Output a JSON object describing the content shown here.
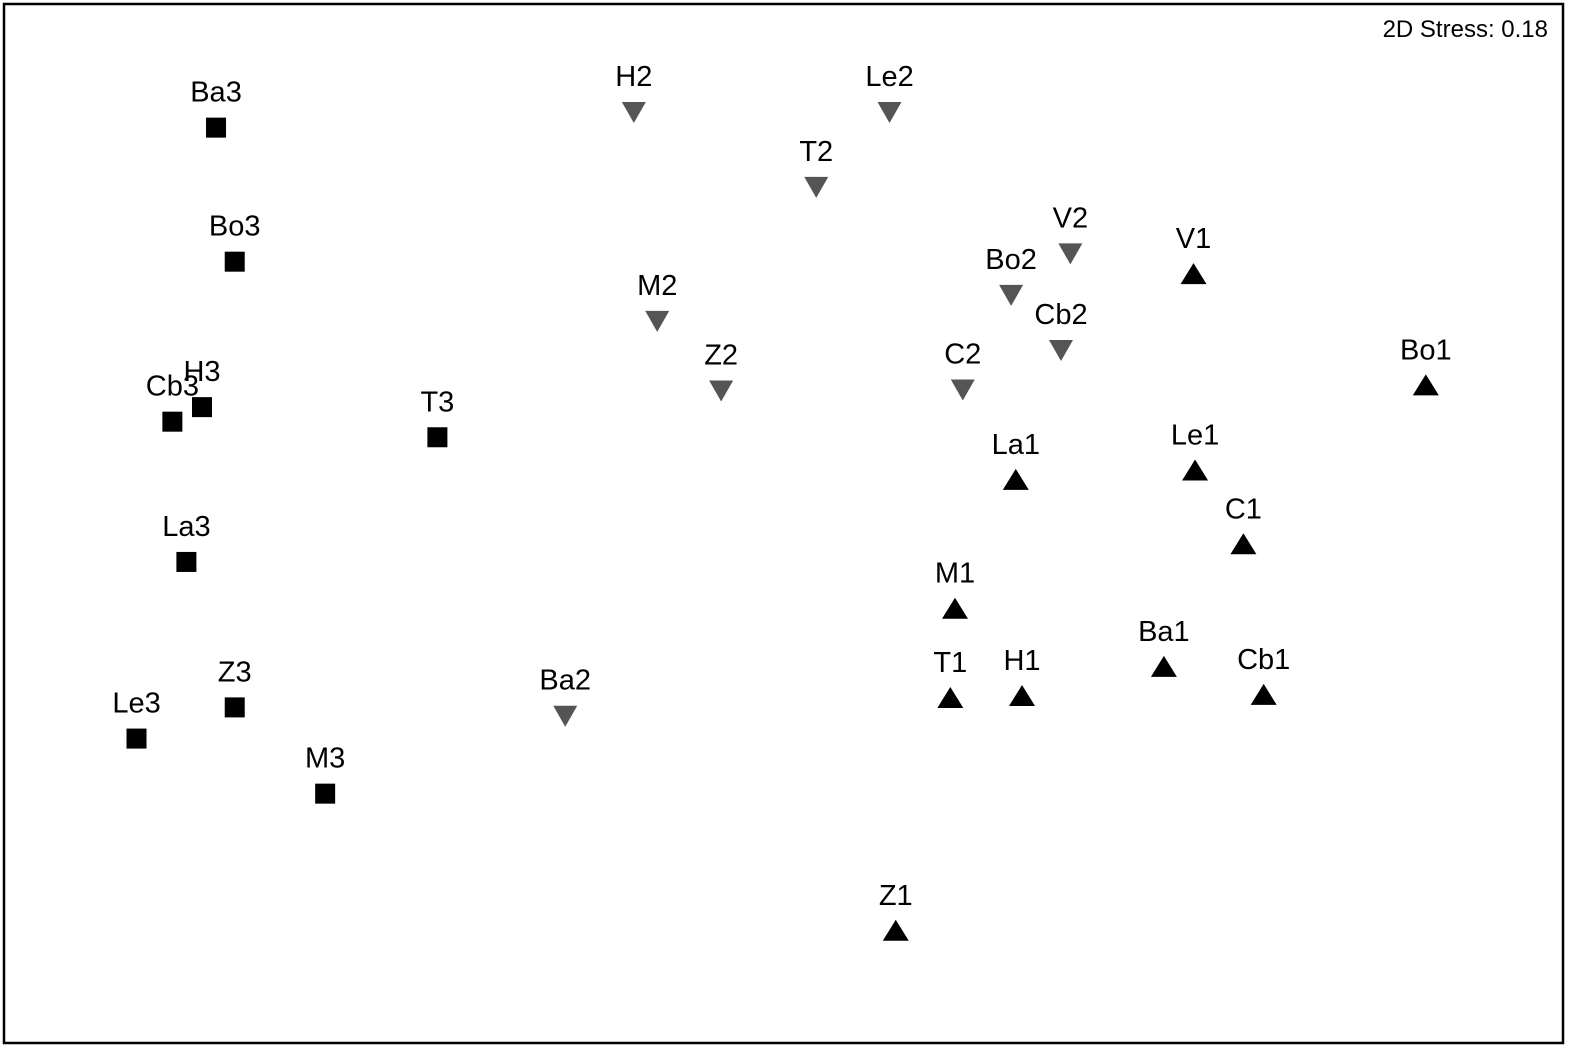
{
  "chart_data": {
    "type": "scatter",
    "title": "",
    "xlabel": "",
    "ylabel": "",
    "stress_text": "2D Stress: 0.18",
    "axes_shown": false,
    "grid": false,
    "xlim": [
      0,
      100
    ],
    "ylim": [
      0,
      100
    ],
    "series": [
      {
        "marker": "triangle-up",
        "color": "#000000",
        "points": [
          {
            "label": "V1",
            "x": 76.3,
            "y": 74.0
          },
          {
            "label": "Bo1",
            "x": 91.2,
            "y": 63.3
          },
          {
            "label": "La1",
            "x": 64.9,
            "y": 54.2
          },
          {
            "label": "Le1",
            "x": 76.4,
            "y": 55.1
          },
          {
            "label": "C1",
            "x": 79.5,
            "y": 48.0
          },
          {
            "label": "M1",
            "x": 61.0,
            "y": 41.8
          },
          {
            "label": "Ba1",
            "x": 74.4,
            "y": 36.2
          },
          {
            "label": "T1",
            "x": 60.7,
            "y": 33.2
          },
          {
            "label": "H1",
            "x": 65.3,
            "y": 33.4
          },
          {
            "label": "Cb1",
            "x": 80.8,
            "y": 33.5
          },
          {
            "label": "Z1",
            "x": 57.2,
            "y": 10.8
          }
        ]
      },
      {
        "marker": "triangle-down",
        "color": "#555555",
        "points": [
          {
            "label": "H2",
            "x": 40.4,
            "y": 89.6
          },
          {
            "label": "Le2",
            "x": 56.8,
            "y": 89.6
          },
          {
            "label": "T2",
            "x": 52.1,
            "y": 82.4
          },
          {
            "label": "V2",
            "x": 68.4,
            "y": 76.0
          },
          {
            "label": "Bo2",
            "x": 64.6,
            "y": 72.0
          },
          {
            "label": "M2",
            "x": 41.9,
            "y": 69.5
          },
          {
            "label": "Cb2",
            "x": 67.8,
            "y": 66.7
          },
          {
            "label": "Z2",
            "x": 46.0,
            "y": 62.8
          },
          {
            "label": "C2",
            "x": 61.5,
            "y": 62.9
          },
          {
            "label": "Ba2",
            "x": 36.0,
            "y": 31.5
          }
        ]
      },
      {
        "marker": "square",
        "color": "#000000",
        "points": [
          {
            "label": "Ba3",
            "x": 13.6,
            "y": 88.1
          },
          {
            "label": "Bo3",
            "x": 14.8,
            "y": 75.2
          },
          {
            "label": "H3",
            "x": 12.7,
            "y": 61.2
          },
          {
            "label": "Cb3",
            "x": 10.8,
            "y": 59.8
          },
          {
            "label": "T3",
            "x": 27.8,
            "y": 58.3
          },
          {
            "label": "La3",
            "x": 11.7,
            "y": 46.3
          },
          {
            "label": "Z3",
            "x": 14.8,
            "y": 32.3
          },
          {
            "label": "Le3",
            "x": 8.5,
            "y": 29.3
          },
          {
            "label": "M3",
            "x": 20.6,
            "y": 24.0
          }
        ]
      }
    ]
  }
}
